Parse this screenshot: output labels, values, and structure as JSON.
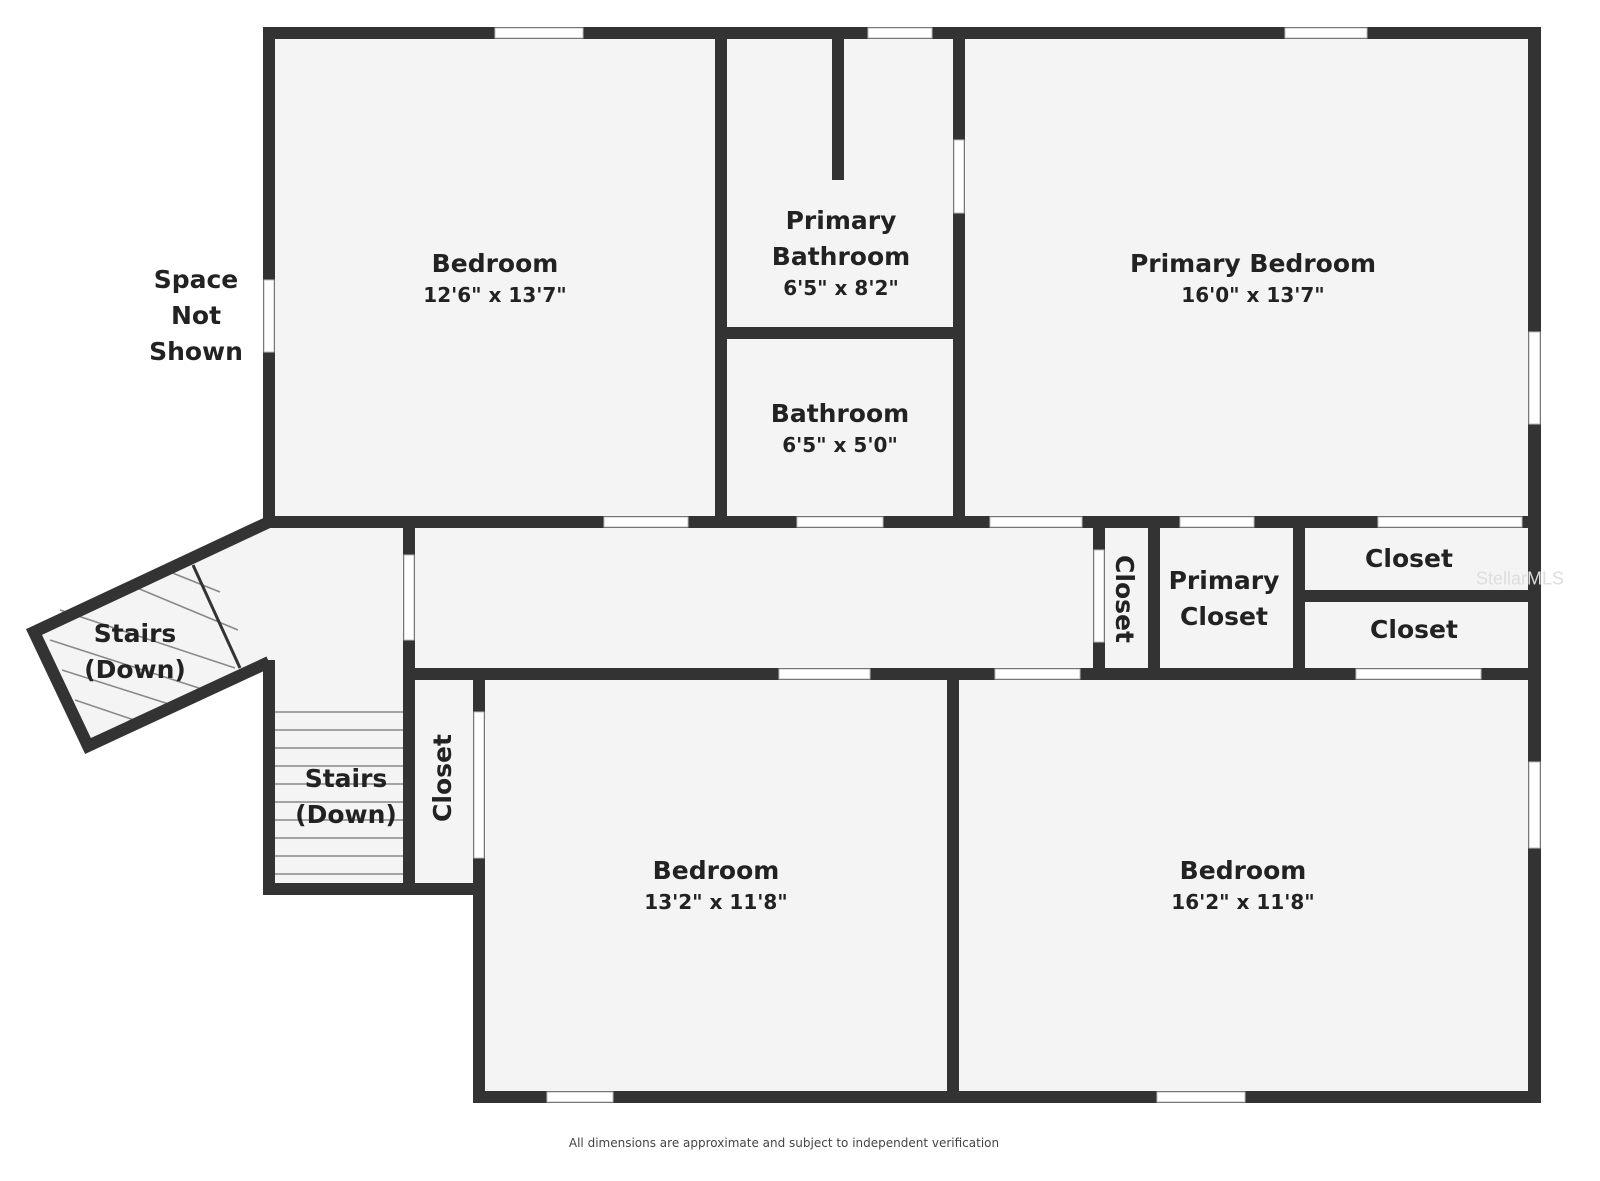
{
  "rooms": {
    "bedroom_nw": {
      "name": "Bedroom",
      "dim": "12'6\" x 13'7\""
    },
    "primary_bath": {
      "name_line1": "Primary",
      "name_line2": "Bathroom",
      "dim": "6'5\" x 8'2\""
    },
    "primary_bed": {
      "name": "Primary Bedroom",
      "dim": "16'0\" x 13'7\""
    },
    "bathroom": {
      "name": "Bathroom",
      "dim": "6'5\" x 5'0\""
    },
    "space": {
      "line1": "Space",
      "line2": "Not",
      "line3": "Shown"
    },
    "stairs_angled": {
      "line1": "Stairs",
      "line2": "(Down)"
    },
    "stairs": {
      "line1": "Stairs",
      "line2": "(Down)"
    },
    "closet_small": {
      "name": "Closet"
    },
    "primary_closet": {
      "line1": "Primary",
      "line2": "Closet"
    },
    "closet_ne1": {
      "name": "Closet"
    },
    "closet_ne2": {
      "name": "Closet"
    },
    "closet_sw": {
      "name": "Closet"
    },
    "bedroom_s1": {
      "name": "Bedroom",
      "dim": "13'2\" x 11'8\""
    },
    "bedroom_s2": {
      "name": "Bedroom",
      "dim": "16'2\" x 11'8\""
    }
  },
  "footer": "All dimensions are approximate and subject to independent verification",
  "watermark": "StellarMLS",
  "colors": {
    "wall": "#333333",
    "floor": "#f4f4f4"
  }
}
